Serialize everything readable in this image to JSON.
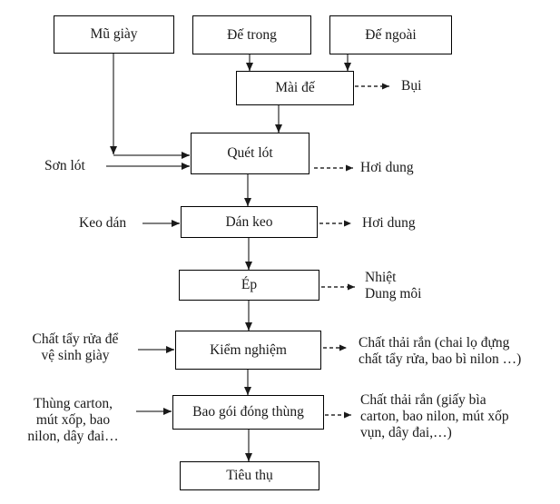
{
  "diagram": {
    "title_hint": "Shoe production process flowchart (Vietnamese)",
    "nodes": {
      "mu_giay": "Mũ giày",
      "de_trong": "Đế trong",
      "de_ngoai": "Đế ngoài",
      "mai_de": "Mài đế",
      "quet_lot": "Quét lót",
      "dan_keo": "Dán keo",
      "ep": "Ép",
      "kiem_nghiem": "Kiểm nghiệm",
      "bao_goi": "Bao gói đóng thùng",
      "tieu_thu": "Tiêu thụ"
    },
    "inputs": {
      "son_lot": "Sơn lót",
      "keo_dan": "Keo dán",
      "chat_tay_rua": "Chất tẩy rửa để\nvệ sinh giày",
      "thung_carton": "Thùng carton,\nmút xốp, bao\nnilon, dây đai…"
    },
    "outputs": {
      "bui": "Bụi",
      "hoi_dung_1": "Hơi dung",
      "hoi_dung_2": "Hơi dung",
      "nhiet": "Nhiệt",
      "dung_moi": "Dung môi",
      "chat_thai_ran_1": "Chất thải rắn (chai lọ đựng\nchất tẩy rửa, bao bì nilon …)",
      "chat_thai_ran_2": "Chất thải rắn (giấy bìa\ncarton, bao nilon, mút xốp\nvụn, dây đai,…)"
    },
    "colors": {
      "background": "#ffffff",
      "box_border": "#000000",
      "connector_line": "#808080",
      "arrowhead": "#1a1a1a",
      "dashed_line": "#000000"
    }
  }
}
